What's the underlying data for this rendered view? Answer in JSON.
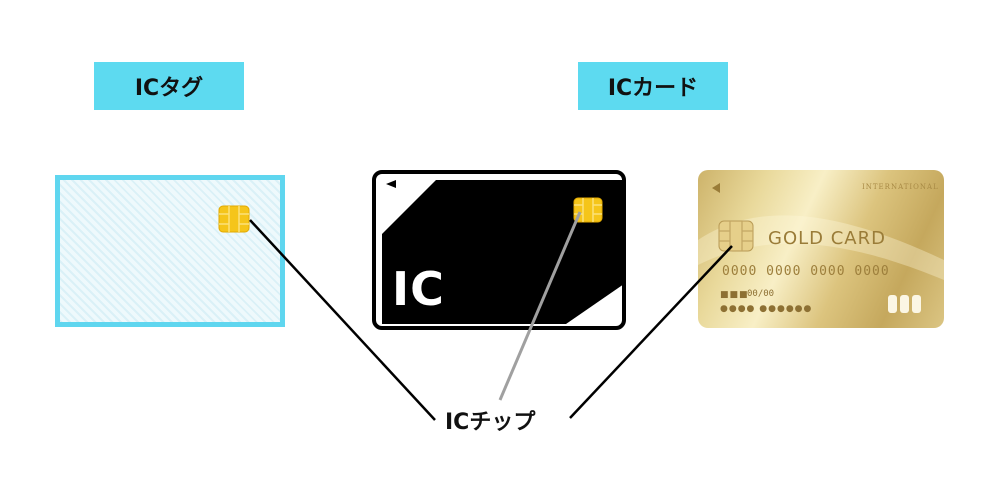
{
  "headings": {
    "ic_tag": "ICタグ",
    "ic_card": "ICカード"
  },
  "ic_card": {
    "label": "IC"
  },
  "gold_card": {
    "brand": "INTERNATIONAL",
    "title": "GOLD CARD",
    "number": "0000 0000 0000 0000",
    "date": "00/00",
    "dots_line1": "■■■",
    "dots_line2": "●●●● ●●●●●●"
  },
  "callout": {
    "label": "ICチップ"
  },
  "colors": {
    "accent": "#5ddaf0",
    "tag_border": "#5fd6ef",
    "chip": "#f5c51a",
    "gold": "#d9c079"
  }
}
